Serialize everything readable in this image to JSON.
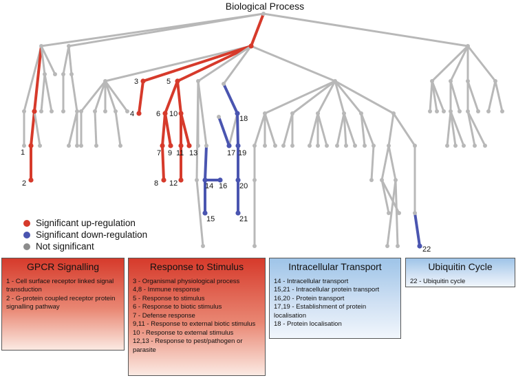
{
  "title": "Biological Process",
  "colors": {
    "up": "#d63a2b",
    "down": "#4a55b0",
    "ns": "#b8b8b8"
  },
  "legend": [
    {
      "label": "Significant up-regulation",
      "color": "#d63a2b"
    },
    {
      "label": "Significant down-regulation",
      "color": "#4a55b0"
    },
    {
      "label": "Not significant",
      "color": "#8c8c8c"
    }
  ],
  "node_labels": [
    "1",
    "2",
    "3",
    "4",
    "5",
    "6",
    "7",
    "8",
    "9",
    "10",
    "11",
    "12",
    "13",
    "14",
    "15",
    "16",
    "17",
    "18",
    "19",
    "20",
    "21",
    "22"
  ],
  "boxes": [
    {
      "title": "GPCR Signalling",
      "items": [
        "1 - Cell surface receptor linked signal transduction",
        "2 - G-protein coupled receptor protein signalling pathway"
      ]
    },
    {
      "title": "Response to Stimulus",
      "items": [
        "3 - Organismal physiological process",
        "4,8 - Immune response",
        "5 - Response to stimulus",
        "6 - Response to biotic stimulus",
        "7 - Defense response",
        "9,11 - Response to external biotic stimulus",
        "10 - Response to external stimulus",
        "12,13 - Response to pest/pathogen or parasite"
      ]
    },
    {
      "title": "Intracellular Transport",
      "items": [
        "14 - Intracellular transport",
        "15,21 - Intracellular protein transport",
        "16,20 - Protein transport",
        "17,19 - Establishment of protein localisation",
        "18 - Protein localisation"
      ]
    },
    {
      "title": "Ubiquitin Cycle",
      "items": [
        "22 - Ubiquitin cycle"
      ]
    }
  ]
}
